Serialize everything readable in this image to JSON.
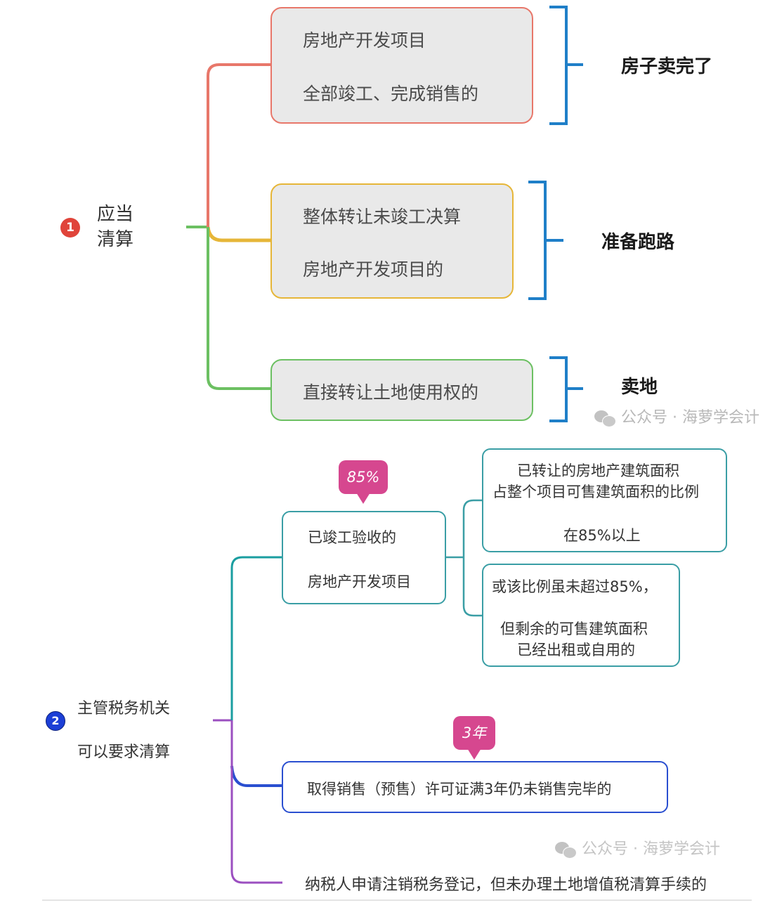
{
  "section1": {
    "badge": "1",
    "root_lines": [
      "应当",
      "清算"
    ],
    "branches": [
      {
        "lines": [
          "房地产开发项目",
          "全部竣工、完成销售的"
        ],
        "summary": "房子卖完了",
        "color": "#e8776a"
      },
      {
        "lines": [
          "整体转让未竣工决算",
          "房地产开发项目的"
        ],
        "summary": "准备跑路",
        "color": "#e6b638"
      },
      {
        "lines": [
          "直接转让土地使用权的"
        ],
        "summary": "卖地",
        "color": "#6cc062"
      }
    ],
    "bracket_color": "#1f7fc8"
  },
  "section2": {
    "badge": "2",
    "root_lines": [
      "主管税务机关",
      "可以要求清算"
    ],
    "branch_a": {
      "callout": "85%",
      "lines": [
        "已竣工验收的",
        "房地产开发项目"
      ],
      "color": "#1a9ea0",
      "children": [
        {
          "lines": [
            "已转让的房地产建筑面积",
            "占整个项目可售建筑面积的比例",
            "在85%以上"
          ]
        },
        {
          "lines": [
            "或该比例虽未超过85%，",
            "但剩余的可售建筑面积",
            "已经出租或自用的"
          ]
        }
      ]
    },
    "branch_b": {
      "callout": "3年",
      "text": "取得销售（预售）许可证满3年仍未销售完毕的",
      "color": "#2a4fd0"
    },
    "branch_c": {
      "text": "纳税人申请注销税务登记，但未办理土地增值税清算手续的",
      "color": "#9b4fc0"
    }
  },
  "watermarks": [
    "公众号 · 海萝学会计",
    "公众号 · 海萝学会计"
  ],
  "colors": {
    "callout": "#d6478f",
    "badge1": "#e0443a",
    "badge2": "#1c3fd6"
  }
}
